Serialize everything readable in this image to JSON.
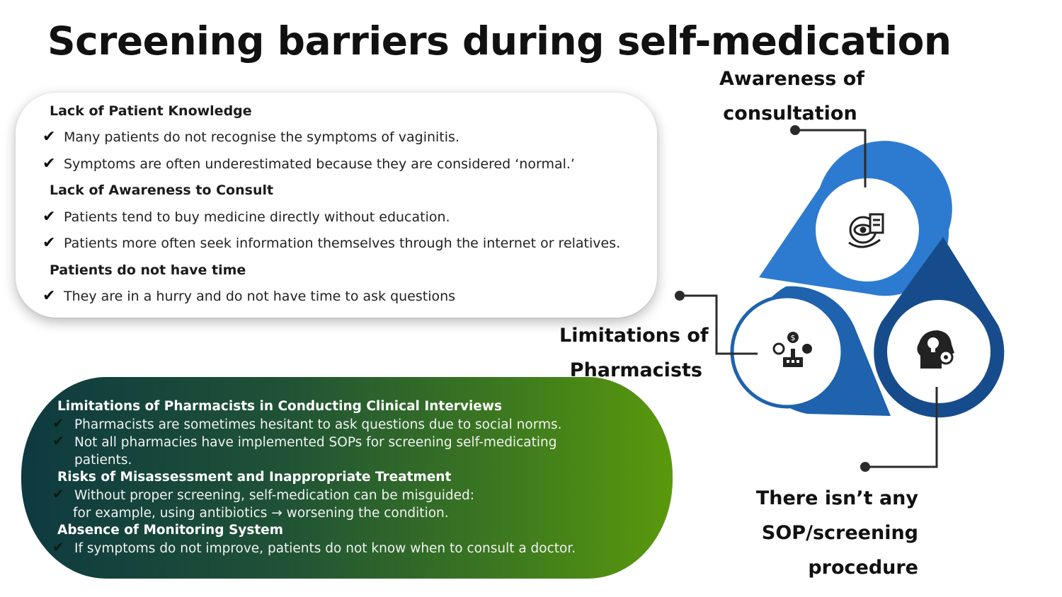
{
  "title": "Screening barriers during self-medication",
  "top_card": {
    "sections": [
      {
        "heading": "Lack of Patient Knowledge",
        "items": [
          "Many patients do not recognise the symptoms of vaginitis.",
          "Symptoms are often underestimated because they are considered ‘normal.’"
        ]
      },
      {
        "heading": "Lack of Awareness to Consult",
        "items": [
          "Patients tend to buy medicine directly without education.",
          "Patients more often seek information themselves through the internet or relatives."
        ]
      },
      {
        "heading": "Patients do not have time",
        "items": [
          "They are in a hurry and do not have time to ask questions"
        ]
      }
    ]
  },
  "bottom_card": {
    "sections": [
      {
        "heading": "Limitations of Pharmacists in Conducting Clinical Interviews",
        "items": [
          {
            "line1": "Pharmacists are sometimes hesitant to ask questions due to social norms."
          },
          {
            "line1": "Not all pharmacies have implemented SOPs for screening self-medicating",
            "line2": "patients."
          }
        ]
      },
      {
        "heading": "Risks of Misassessment and Inappropriate Treatment",
        "items": [
          {
            "line1": "Without proper screening, self-medication can be misguided:",
            "line2": "for example, using antibiotics → worsening the condition."
          }
        ]
      },
      {
        "heading": "Absence of Monitoring System",
        "items": [
          {
            "line1": "If symptoms do not improve, patients do not know when to consult a doctor."
          }
        ]
      }
    ]
  },
  "diagram": {
    "labels": {
      "awareness": [
        "Awareness of",
        "consultation"
      ],
      "limitations": [
        "Limitations of",
        "Pharmacists"
      ],
      "sop": [
        "There isn’t any",
        "SOP/screening",
        "procedure"
      ]
    },
    "icons": {
      "top": "eye-document-icon",
      "left": "pharmacy-service-icon",
      "right": "head-idea-gear-icon"
    },
    "colors": {
      "top_drop": "#2d7bd0",
      "left_drop": "#1f62ad",
      "right_drop": "#174c8c",
      "connector": "#2b2b2b"
    }
  },
  "check_symbol": "✔"
}
